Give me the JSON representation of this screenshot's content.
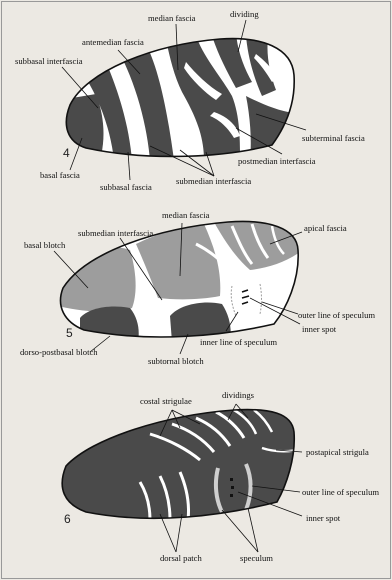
{
  "figures": [
    {
      "number": "4",
      "labels": {
        "median_fascia": "median fascia",
        "dividing": "dividing",
        "antemedian_fascia": "antemedian fascia",
        "subbasal_interfascia": "subbasal interfascia",
        "subterminal_fascia": "subterminal fascia",
        "postmedian_interfascia": "postmedian interfascia",
        "basal_fascia": "basal fascia",
        "subbasal_fascia": "subbasal fascia",
        "submedian_interfascia": "submedian interfascia"
      }
    },
    {
      "number": "5",
      "labels": {
        "submedian_interfascia": "submedian interfascia",
        "median_fascia": "median fascia",
        "apical_fascia": "apical fascia",
        "basal_blotch": "basal blotch",
        "outer_line_of_speculum": "outer line of speculum",
        "inner_spot": "inner spot",
        "inner_line_of_speculum": "inner line of speculum",
        "dorso_postbasal_blotch": "dorso-postbasal blotch",
        "subtornal_blotch": "subtornal blotch"
      }
    },
    {
      "number": "6",
      "labels": {
        "costal_strigulae": "costal strigulae",
        "dividings": "dividings",
        "postapical_strigula": "postapical strigula",
        "outer_line_of_speculum": "outer line of speculum",
        "inner_spot": "inner spot",
        "dorsal_patch": "dorsal patch",
        "speculum": "speculum"
      }
    }
  ],
  "colors": {
    "paper": "#ece9e3",
    "dark_pattern": "#4a4a4a",
    "grey_pattern": "#9d9d9d",
    "wing_ground": "#ffffff"
  }
}
